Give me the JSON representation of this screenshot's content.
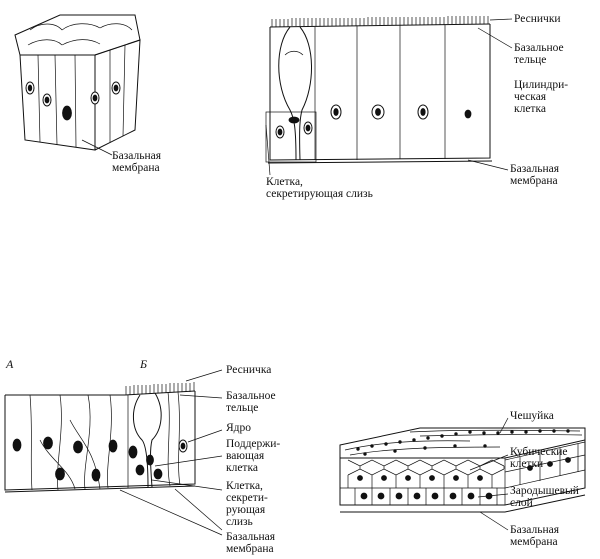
{
  "fig1": {
    "basal_membrane": "Базальная\nмембрана"
  },
  "fig2": {
    "cilia": "Реснички",
    "basal_body": "Базальное\nтельце",
    "columnar_cell": "Цилиндри-\nческая\nклетка",
    "basal_membrane": "Базальная\nмембрана",
    "mucus_cell": "Клетка,\nсекретирующая слизь"
  },
  "fig3": {
    "panel_a": "А",
    "panel_b": "Б",
    "cilium": "Ресничка",
    "basal_body": "Базальное\nтельце",
    "nucleus": "Ядро",
    "supporting_cell": "Поддержи-\nвающая\nклетка",
    "mucus_cell": "Клетка,\nсекрети-\nрующая\nслизь",
    "basal_membrane": "Базальная\nмембрана"
  },
  "fig4": {
    "scale": "Чешуйка",
    "cuboidal_cells": "Кубические\nклетки",
    "germinal_layer": "Зародышевый\nслой",
    "basal_membrane": "Базальная\nмембрана"
  }
}
